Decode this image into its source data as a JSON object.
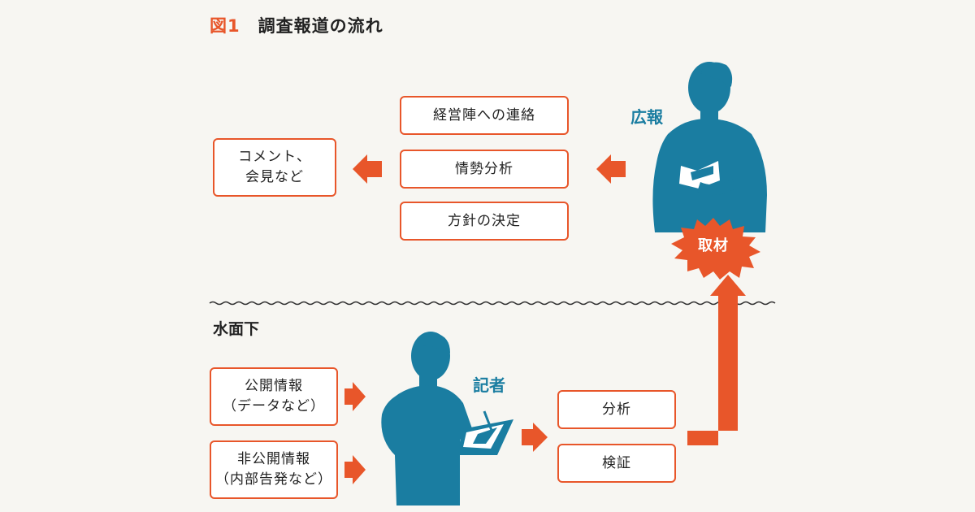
{
  "title": {
    "fig_label": "図1",
    "text": "調査報道の流れ"
  },
  "upper": {
    "result_box": [
      "コメント、",
      "会見など"
    ],
    "process_boxes": [
      "経営陣への連絡",
      "情勢分析",
      "方針の決定"
    ],
    "pr_label": "広報",
    "burst_label": "取材"
  },
  "lower": {
    "section_label": "水面下",
    "source_boxes": [
      {
        "line1": "公開情報",
        "line2": "（データなど）"
      },
      {
        "line1": "非公開情報",
        "line2": "（内部告発など）"
      }
    ],
    "reporter_label": "記者",
    "work_boxes": [
      "分析",
      "検証"
    ]
  },
  "colors": {
    "accent": "#e8562a",
    "silhouette": "#1a7da1",
    "background": "#f7f6f2"
  }
}
